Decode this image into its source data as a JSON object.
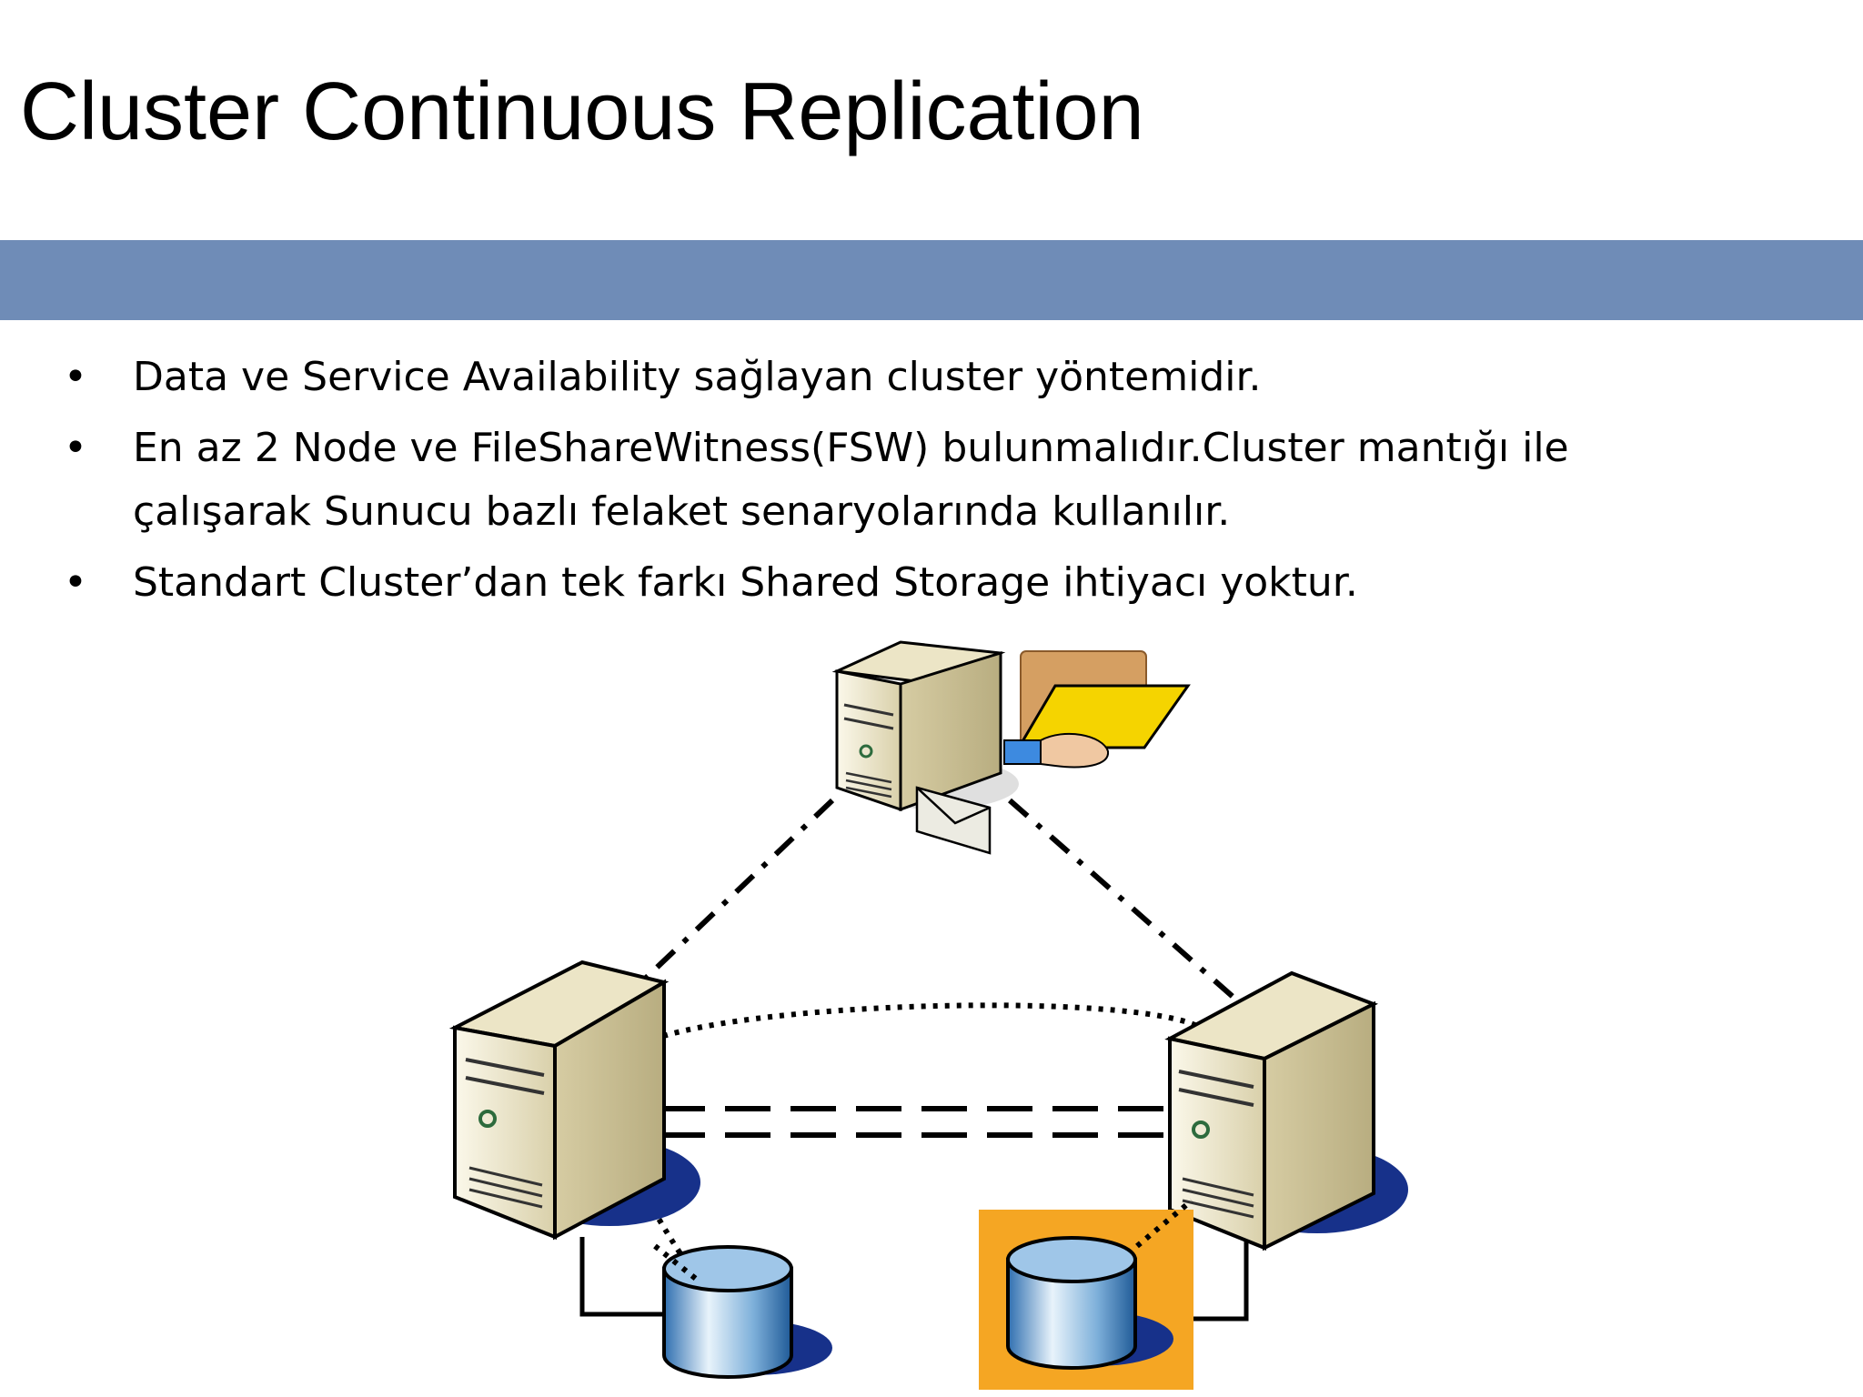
{
  "slide": {
    "title": "Cluster Continuous Replication"
  },
  "bullets": [
    {
      "text": "Data ve Service Availability sağlayan cluster yöntemidir."
    },
    {
      "text": "En az 2 Node ve FileShareWitness(FSW) bulunmalıdır.Cluster mantığı ile çalışarak Sunucu bazlı felaket senaryolarında kullanılır."
    },
    {
      "text": "Standart Cluster’dan tek farkı Shared Storage ihtiyacı yoktur."
    }
  ],
  "bullet_glyph": "•",
  "diagram": {
    "nodes": [
      {
        "role": "file-share-witness-server",
        "icon": "server-icon"
      },
      {
        "role": "node-1-server",
        "icon": "server-icon"
      },
      {
        "role": "node-2-server",
        "icon": "server-icon"
      }
    ],
    "storage": [
      {
        "role": "node-1-database",
        "icon": "database-icon",
        "highlighted": false
      },
      {
        "role": "node-2-database",
        "icon": "database-icon",
        "highlighted": true
      }
    ],
    "decorations": [
      "file-share-folder-icon",
      "envelope-icon"
    ],
    "colors": {
      "title_bar": "#6f8cb7",
      "highlight": "#f5a623",
      "server_shadow": "#17318a",
      "folder_back": "#d59f62",
      "folder_front": "#f5d400"
    }
  }
}
